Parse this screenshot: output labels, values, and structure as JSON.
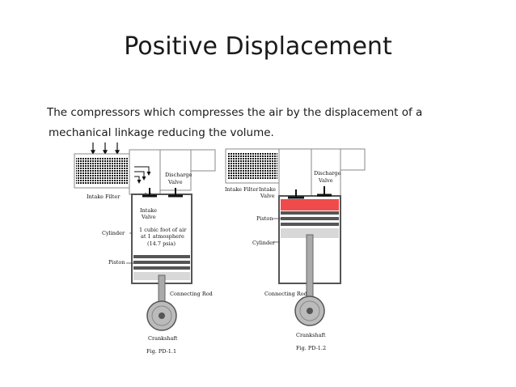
{
  "slide": {
    "title": "Positive Displacement",
    "body_line1": "The compressors which compresses the air by the displacement of a",
    "body_line2": "mechanical linkage reducing the volume."
  },
  "figure1": {
    "discharge_valve_1": "Discharge",
    "discharge_valve_2": "Valve",
    "intake_filter": "Intake Filter",
    "intake_valve_1": "Intake",
    "intake_valve_2": "Valve",
    "cylinder": "Cylinder",
    "air_1": "1 cubic foot of air",
    "air_2": "at 1 atmosphere",
    "air_3": "(14.7 psia)",
    "piston": "Piston",
    "connecting_rod": "Connecting Rod",
    "crankshaft": "Crankshaft",
    "caption": "Fig. PD-1.1"
  },
  "figure2": {
    "discharge_valve_1": "Discharge",
    "discharge_valve_2": "Valve",
    "intake_filter": "Intake Filter",
    "intake_valve_1": "Intake",
    "intake_valve_2": "Valve",
    "piston": "Piston",
    "cylinder": "Cylinder",
    "connecting_rod": "Connecting Rod",
    "crankshaft": "Crankshaft",
    "caption": "Fig. PD-1.2"
  },
  "colors": {
    "compressed_air": "#ef4b4b",
    "piston": "#555555",
    "outline": "#222222"
  }
}
